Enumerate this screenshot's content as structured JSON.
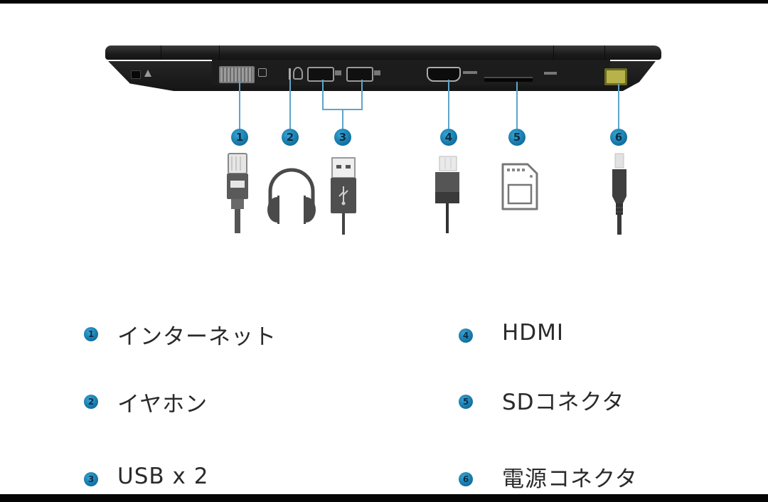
{
  "diagram": {
    "subject": "laptop-rear-ports",
    "ports": [
      {
        "number": "1",
        "label": "インターネット",
        "icon": "ethernet-plug-icon"
      },
      {
        "number": "2",
        "label": "イヤホン",
        "icon": "headphones-icon"
      },
      {
        "number": "3",
        "label": "USB x 2",
        "icon": "usb-plug-icon"
      },
      {
        "number": "4",
        "label": "HDMI",
        "icon": "hdmi-plug-icon"
      },
      {
        "number": "5",
        "label": "SDコネクタ",
        "icon": "sd-card-icon"
      },
      {
        "number": "6",
        "label": "電源コネクタ",
        "icon": "power-plug-icon"
      }
    ]
  },
  "colors": {
    "badge": "#1477a8",
    "leader_line": "#5ea5c9",
    "laptop_body": "#1b1b1b",
    "power_port": "#b8b24a",
    "text": "#2a2a2a",
    "frame_bars": "#050505"
  }
}
